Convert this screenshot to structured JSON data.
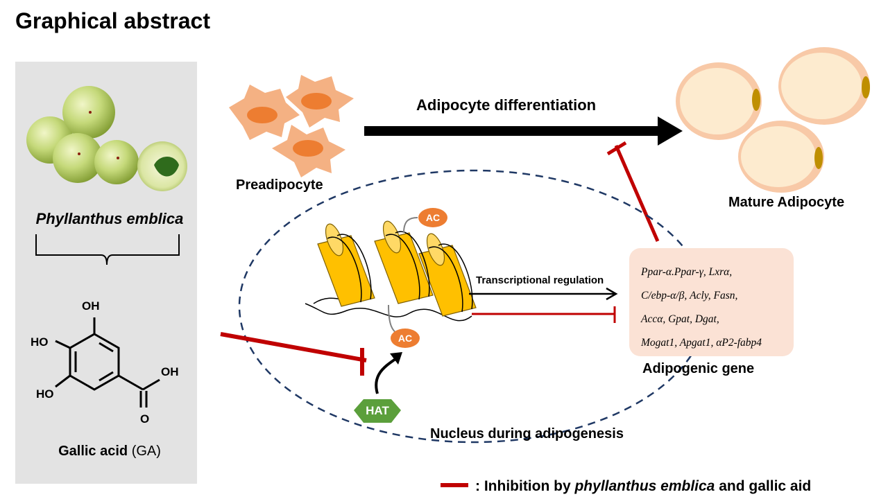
{
  "title": "Graphical abstract",
  "left_panel": {
    "species": "Phyllanthus emblica",
    "compound_label_name": "Gallic acid",
    "compound_label_abbr": "(GA)",
    "molecule_atoms": [
      "OH",
      "HO",
      "HO",
      "OH",
      "O"
    ]
  },
  "process": {
    "preadipocyte": "Preadipocyte",
    "differentiation": "Adipocyte differentiation",
    "mature": "Mature Adipocyte"
  },
  "nucleus": {
    "label": "Nucleus during adipogenesis",
    "acetyl_tag": "AC",
    "enzyme": "HAT",
    "transcription": "Transcriptional regulation"
  },
  "genes": {
    "heading": "Adipogenic gene",
    "lines": [
      "Ppar-α.Ppar-γ, Lxrα,",
      "C/ebp-α/β, Acly, Fasn,",
      "Accα, Gpat, Dgat,",
      "Mogat1, Apgat1, αP2-fabp4"
    ]
  },
  "legend": {
    "prefix": ": Inhibition by",
    "italic": "phyllanthus emblica",
    "suffix": "and gallic aid"
  },
  "colors": {
    "inhibition": "#c00000",
    "cell_fill": "#f4b183",
    "nucleus_fill": "#ed7d31",
    "fat_fill": "#fdebcf",
    "histone_fill": "#ffc000",
    "hat_fill": "#5b9f3b",
    "gene_box": "#fbe2d5",
    "panel_bg": "#e3e3e3",
    "dashed": "#1f3864"
  }
}
